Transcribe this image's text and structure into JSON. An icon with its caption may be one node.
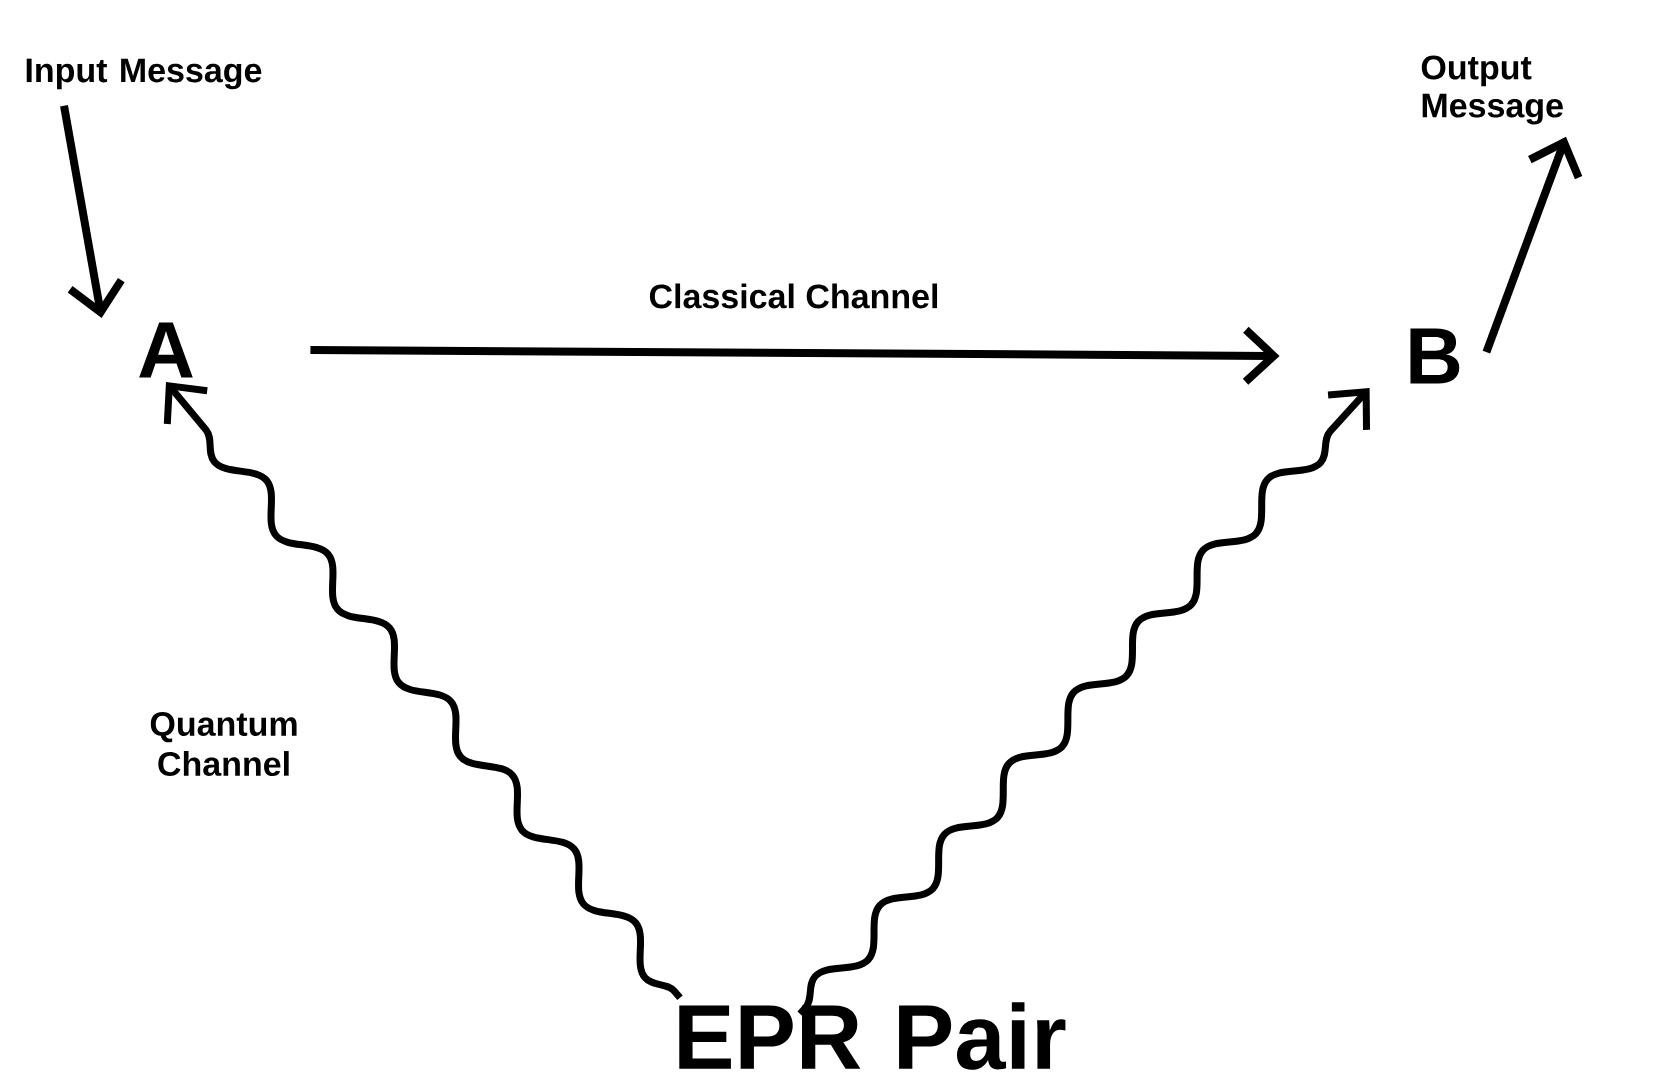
{
  "diagram": {
    "nodes": [
      {
        "text": [
          "Input Message"
        ]
      },
      {
        "text": [
          "A"
        ]
      },
      {
        "text": [
          "B"
        ]
      },
      {
        "text": [
          "Output Message"
        ]
      },
      {
        "text": [
          "EPR Pair"
        ]
      }
    ],
    "edges": [
      {
        "from": 0,
        "to": 1,
        "arrow": "to"
      },
      {
        "from": 1,
        "to": 2,
        "arrow": "to",
        "label": "Classical Channel"
      },
      {
        "from": 2,
        "to": 3,
        "arrow": "to"
      },
      {
        "from": 4,
        "to": 1,
        "arrow": "to",
        "label": "Quantum Channel"
      },
      {
        "from": 4,
        "to": 2,
        "arrow": "to"
      }
    ]
  }
}
